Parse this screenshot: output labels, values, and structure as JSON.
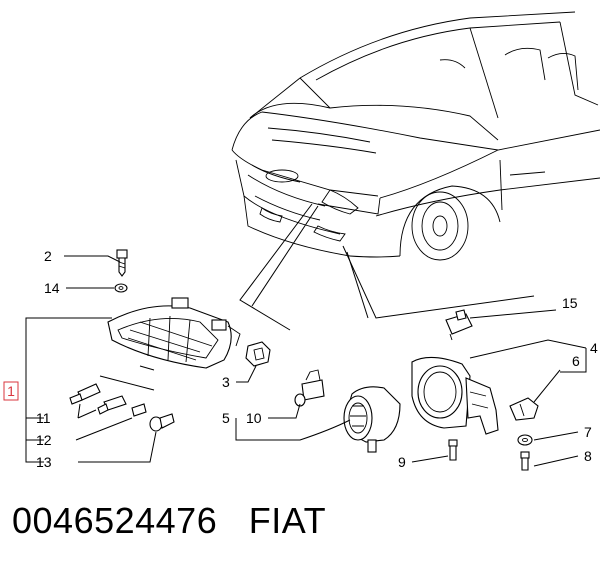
{
  "callouts": {
    "c1": "1",
    "c2": "2",
    "c3": "3",
    "c4": "4",
    "c5": "5",
    "c6": "6",
    "c7": "7",
    "c8": "8",
    "c9": "9",
    "c10": "10",
    "c11": "11",
    "c12": "12",
    "c13": "13",
    "c14": "14",
    "c15": "15"
  },
  "footer": {
    "part_number": "0046524476",
    "brand": "FIAT"
  },
  "colors": {
    "line": "#000000",
    "highlight": "#d9363e",
    "background": "#ffffff"
  }
}
